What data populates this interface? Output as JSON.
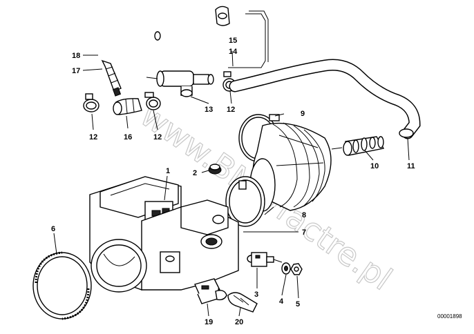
{
  "diagram": {
    "reference_code": "00001898",
    "watermark": "www.BMWfactre.pl",
    "callouts": [
      {
        "id": "c1",
        "label": "1"
      },
      {
        "id": "c2",
        "label": "2"
      },
      {
        "id": "c3",
        "label": "3"
      },
      {
        "id": "c4",
        "label": "4"
      },
      {
        "id": "c5",
        "label": "5"
      },
      {
        "id": "c6",
        "label": "6"
      },
      {
        "id": "c7",
        "label": "7"
      },
      {
        "id": "c8",
        "label": "8"
      },
      {
        "id": "c9",
        "label": "9"
      },
      {
        "id": "c10",
        "label": "10"
      },
      {
        "id": "c11",
        "label": "11"
      },
      {
        "id": "c12a",
        "label": "12"
      },
      {
        "id": "c12b",
        "label": "12"
      },
      {
        "id": "c12c",
        "label": "12"
      },
      {
        "id": "c13",
        "label": "13"
      },
      {
        "id": "c14",
        "label": "14"
      },
      {
        "id": "c15",
        "label": "15"
      },
      {
        "id": "c16",
        "label": "16"
      },
      {
        "id": "c17",
        "label": "17"
      },
      {
        "id": "c18",
        "label": "18"
      },
      {
        "id": "c19",
        "label": "19"
      },
      {
        "id": "c20",
        "label": "20"
      }
    ]
  }
}
